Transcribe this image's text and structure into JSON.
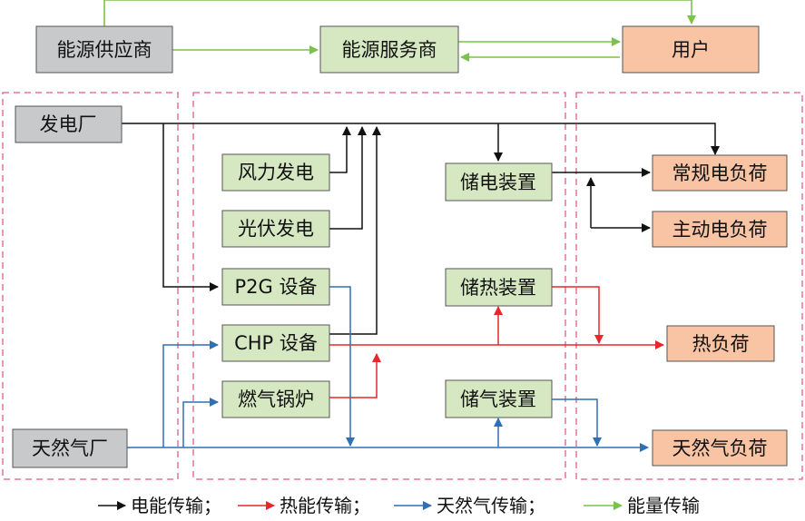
{
  "colors": {
    "electric": "#111111",
    "heat": "#e8262b",
    "gas": "#2f6fb5",
    "energy": "#79c34c",
    "box_gray": "#c8c9ca",
    "box_green": "#d6e8c2",
    "box_orange": "#f8c4a4",
    "dashed_border": "#e25b8d"
  },
  "boxes": {
    "supplier": "能源供应商",
    "service": "能源服务商",
    "user": "用户",
    "power_plant": "发电厂",
    "wind": "风力发电",
    "pv": "光伏发电",
    "p2g": "P2G 设备",
    "chp": "CHP 设备",
    "boiler": "燃气锅炉",
    "gas_plant": "天然气厂",
    "elec_storage": "储电装置",
    "heat_storage": "储热装置",
    "gas_storage": "储气装置",
    "regular_load": "常规电负荷",
    "active_load": "主动电负荷",
    "heat_load": "热负荷",
    "gas_load": "天然气负荷"
  },
  "legend": {
    "electric": "电能传输；",
    "heat": "热能传输；",
    "gas": "天然气传输；",
    "energy": "能量传输"
  }
}
